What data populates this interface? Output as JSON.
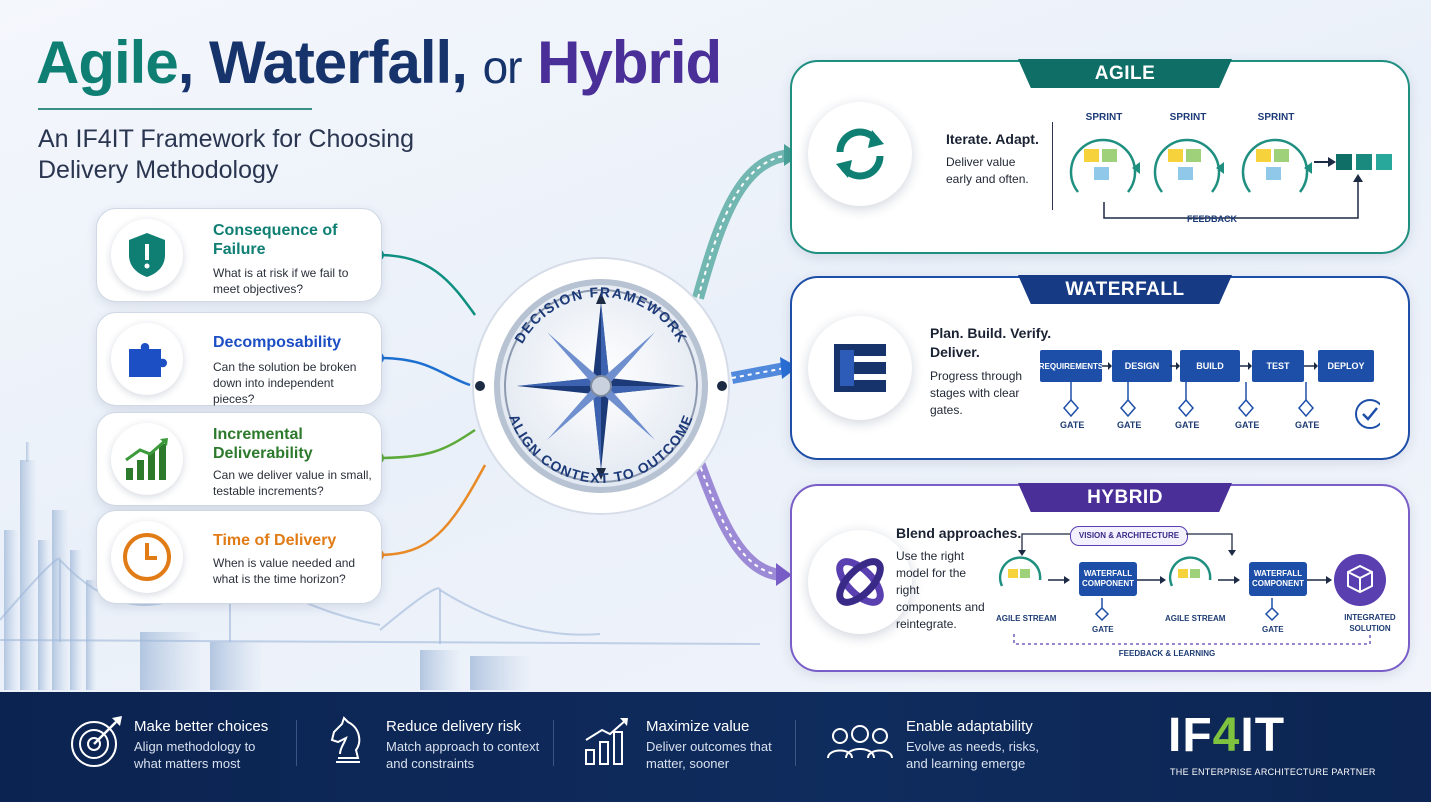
{
  "title": {
    "part1": "Agile",
    "comma1": ",",
    "part2": "Waterfall",
    "comma2": ",",
    "part3": "or",
    "part4": "Hybrid"
  },
  "subtitle": "An IF4IT Framework for Choosing Delivery Methodology",
  "criteria": [
    {
      "title": "Consequence of Failure",
      "description": "What is at risk if we fail to meet objectives?",
      "color": "#0f7f74"
    },
    {
      "title": "Decomposability",
      "description": "Can the solution be broken down into independent pieces?",
      "color": "#1d4fc4"
    },
    {
      "title": "Incremental Deliverability",
      "description": "Can we deliver value in small, testable increments?",
      "color": "#2d7a2d"
    },
    {
      "title": "Time of Delivery",
      "description": "When is value needed and what is the time horizon?",
      "color": "#e07b16"
    }
  ],
  "compass": {
    "top_label": "DECISION FRAMEWORK",
    "bottom_label": "ALIGN CONTEXT TO OUTCOME"
  },
  "agile": {
    "tab": "AGILE",
    "heading": "Iterate. Adapt.",
    "text": "Deliver value early and often.",
    "sprint_labels": [
      "SPRINT",
      "SPRINT",
      "SPRINT"
    ],
    "feedback_label": "FEEDBACK",
    "color": "#0f7f74"
  },
  "waterfall": {
    "tab": "WATERFALL",
    "heading": "Plan. Build. Verify. Deliver.",
    "text": "Progress through stages with clear gates.",
    "phases": [
      "REQUIREMENTS",
      "DESIGN",
      "BUILD",
      "TEST",
      "DEPLOY"
    ],
    "gates": [
      "GATE",
      "GATE",
      "GATE",
      "GATE",
      "GATE"
    ],
    "color": "#1d4fa8"
  },
  "hybrid": {
    "tab": "HYBRID",
    "heading": "Blend approaches.",
    "text": "Use the right model for the right components and reintegrate.",
    "vision_label": "VISION & ARCHITECTURE",
    "agile_stream_labels": [
      "AGILE STREAM",
      "AGILE STREAM"
    ],
    "waterfall_component_labels": [
      "WATERFALL COMPONENT",
      "WATERFALL COMPONENT"
    ],
    "gate_labels": [
      "GATE",
      "GATE"
    ],
    "integrated_label": "INTEGRATED SOLUTION",
    "feedback_label": "FEEDBACK & LEARNING",
    "color": "#5a3fb0"
  },
  "footer": {
    "items": [
      {
        "title": "Make better choices",
        "line1": "Align methodology to",
        "line2": "what matters most",
        "icon": "target-icon"
      },
      {
        "title": "Reduce delivery risk",
        "line1": "Match approach to context",
        "line2": "and constraints",
        "icon": "chess-knight-icon"
      },
      {
        "title": "Maximize value",
        "line1": "Deliver outcomes that",
        "line2": "matter, sooner",
        "icon": "growth-chart-icon"
      },
      {
        "title": "Enable adaptability",
        "line1": "Evolve as needs, risks,",
        "line2": "and learning emerge",
        "icon": "people-icon"
      }
    ],
    "brand": {
      "part1": "IF",
      "part2": "4",
      "part3": "IT"
    },
    "brand_subtitle": "THE ENTERPRISE ARCHITECTURE PARTNER"
  }
}
